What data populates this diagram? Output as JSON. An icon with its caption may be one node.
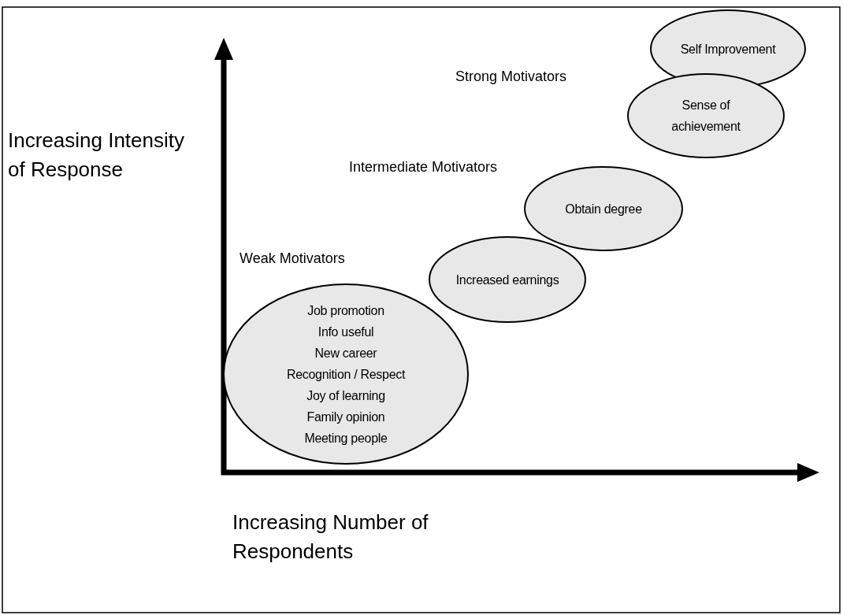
{
  "diagram": {
    "nodes": [
      {
        "text": [
          "Self Improvement"
        ]
      },
      {
        "text": [
          "Sense of achievement"
        ]
      },
      {
        "text": [
          "Obtain degree"
        ]
      },
      {
        "text": [
          "Increased earnings"
        ]
      },
      {
        "text": [
          "Job promotion",
          "Info useful",
          "New career",
          "Recognition / Respect",
          "Joy of learning",
          "Family opinion",
          "Meeting people"
        ]
      }
    ],
    "labels": [
      "Strong Motivators",
      "Increasing Intensity of Response",
      "Intermediate Motivators",
      "Weak Motivators",
      "Increasing Number of Respondents"
    ]
  }
}
